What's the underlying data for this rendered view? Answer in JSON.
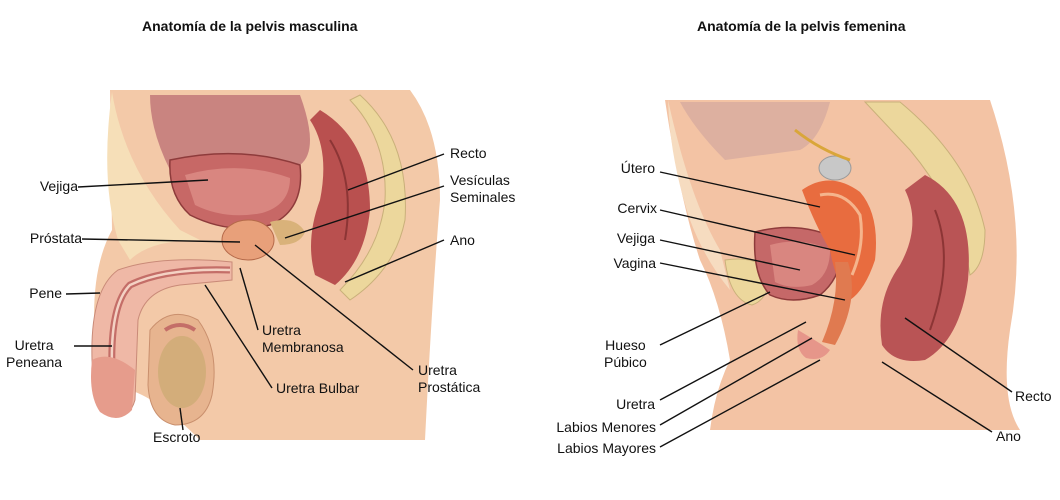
{
  "male": {
    "title": "Anatomía de la pelvis masculina",
    "labels": {
      "vejiga": "Vejiga",
      "prostata": "Próstata",
      "pene": "Pene",
      "uretra_peneana": [
        "Uretra",
        "Peneana"
      ],
      "recto": "Recto",
      "vesiculas": [
        "Vesículas",
        "Seminales"
      ],
      "ano": "Ano",
      "uretra_membranosa": [
        "Uretra",
        "Membranosa"
      ],
      "uretra_bulbar": "Uretra Bulbar",
      "uretra_prostatica": [
        "Uretra",
        "Prostática"
      ],
      "escroto": "Escroto"
    }
  },
  "female": {
    "title": "Anatomía de la pelvis femenina",
    "labels": {
      "utero": "Útero",
      "cervix": "Cervix",
      "vejiga": "Vejiga",
      "vagina": "Vagina",
      "hueso_pubico": [
        "Hueso",
        "Púbico"
      ],
      "uretra": "Uretra",
      "labios_menores": "Labios Menores",
      "labios_mayores": "Labios Mayores",
      "recto": "Recto",
      "ano": "Ano"
    }
  }
}
